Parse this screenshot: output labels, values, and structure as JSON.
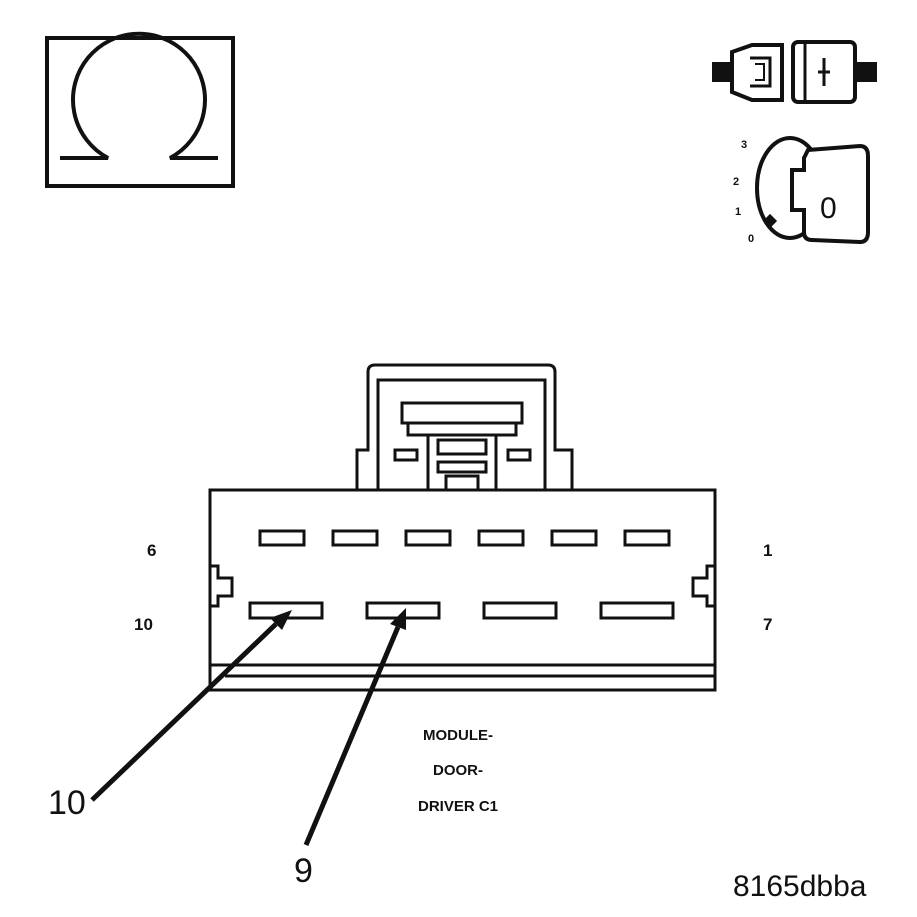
{
  "ignition_dial": {
    "positions": [
      "3",
      "2",
      "1",
      "0"
    ],
    "key_label": "0"
  },
  "connector": {
    "pin_top_left": "6",
    "pin_top_right": "1",
    "pin_bottom_left": "10",
    "pin_bottom_right": "7",
    "module_label_line1": "MODULE-",
    "module_label_line2": "DOOR-",
    "module_label_line3": "DRIVER C1"
  },
  "callouts": {
    "left": "10",
    "right": "9"
  },
  "reference_code": "8165dbba",
  "colors": {
    "ink": "#111111",
    "background": "#ffffff"
  }
}
